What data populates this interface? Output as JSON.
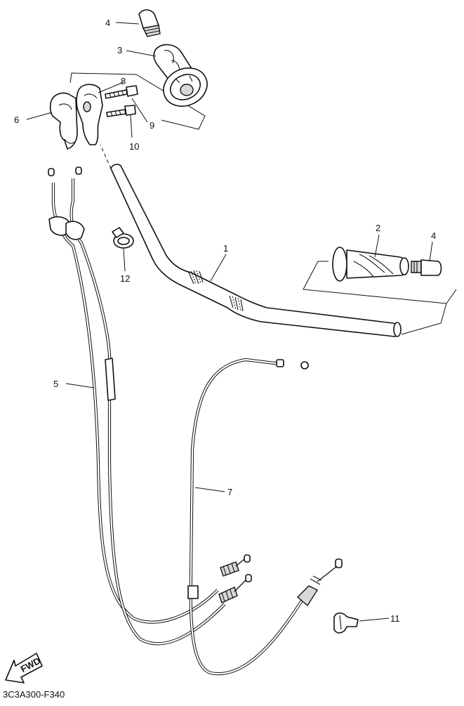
{
  "diagram": {
    "drawing_code": "3C3A300-F340",
    "fwd_label": "FWD",
    "callouts": [
      {
        "id": "c1",
        "label": "1"
      },
      {
        "id": "c2",
        "label": "2"
      },
      {
        "id": "c3",
        "label": "3"
      },
      {
        "id": "c4a",
        "label": "4"
      },
      {
        "id": "c4b",
        "label": "4"
      },
      {
        "id": "c5",
        "label": "5"
      },
      {
        "id": "c6",
        "label": "6"
      },
      {
        "id": "c7",
        "label": "7"
      },
      {
        "id": "c8",
        "label": "8"
      },
      {
        "id": "c9",
        "label": "9"
      },
      {
        "id": "c10",
        "label": "10"
      },
      {
        "id": "c11",
        "label": "11"
      },
      {
        "id": "c12",
        "label": "12"
      }
    ]
  }
}
